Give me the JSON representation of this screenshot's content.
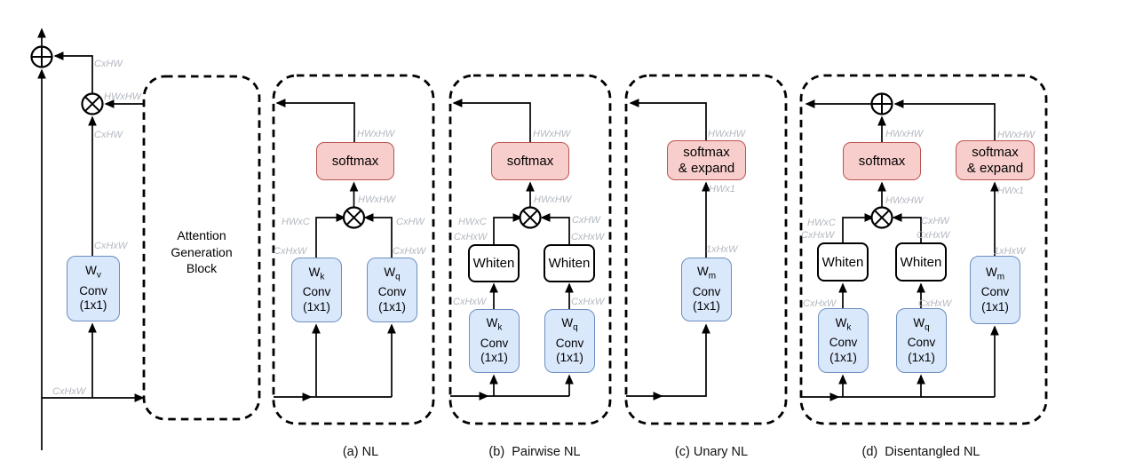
{
  "colors": {
    "conv_fill": "#dae8fc",
    "conv_border": "#6c8ebf",
    "softmax_fill": "#f8cecc",
    "softmax_border": "#b85450",
    "whiten_border": "#000000",
    "line_color": "#000000",
    "dim_label_color": "#b3b8c0"
  },
  "icons": {
    "add": "circle-plus-operator",
    "multiply": "circle-times-operator"
  },
  "left": {
    "wv_box": {
      "symbol": "W",
      "subscript": "v",
      "line2": "Conv",
      "line3": "(1x1)"
    },
    "labels": {
      "plus_in": "CxHW",
      "attention_in": "HWxHW",
      "value": "CxHW",
      "wv_out": "CxHxW",
      "input": "CxHxW"
    }
  },
  "attention_generation_block": {
    "line1": "Attention",
    "line2": "Generation",
    "line3": "Block"
  },
  "block_a": {
    "caption": "(a) NL",
    "softmax": "softmax",
    "wk_box": {
      "symbol": "W",
      "subscript": "k",
      "line2": "Conv",
      "line3": "(1x1)"
    },
    "wq_box": {
      "symbol": "W",
      "subscript": "q",
      "line2": "Conv",
      "line3": "(1x1)"
    },
    "labels": {
      "out": "HWxHW",
      "softmax_in": "HWxHW",
      "key_side": "HWxC",
      "query_side": "CxHW",
      "wk_out": "CxHxW",
      "wq_out": "CxHxW"
    }
  },
  "block_b": {
    "caption": "(b)  Pairwise NL",
    "softmax": "softmax",
    "whiten_k": "Whiten",
    "whiten_q": "Whiten",
    "wk_box": {
      "symbol": "W",
      "subscript": "k",
      "line2": "Conv",
      "line3": "(1x1)"
    },
    "wq_box": {
      "symbol": "W",
      "subscript": "q",
      "line2": "Conv",
      "line3": "(1x1)"
    },
    "labels": {
      "out": "HWxHW",
      "softmax_in": "HWxHW",
      "key_side": "HWxC",
      "query_side": "CxHW",
      "whiten_k_out": "CxHxW",
      "whiten_q_out": "CxHxW",
      "wk_out": "CxHxW",
      "wq_out": "CxHxW"
    }
  },
  "block_c": {
    "caption": "(c) Unary NL",
    "softmax_expand_line1": "softmax",
    "softmax_expand_line2": "& expand",
    "wm_box": {
      "symbol": "W",
      "subscript": "m",
      "line2": "Conv",
      "line3": "(1x1)"
    },
    "labels": {
      "out": "HWxHW",
      "softmax_in": "HWx1",
      "wm_out": "1xHxW"
    }
  },
  "block_d": {
    "caption": "(d)  Disentangled NL",
    "softmax": "softmax",
    "softmax_expand_line1": "softmax",
    "softmax_expand_line2": "& expand",
    "whiten_k": "Whiten",
    "whiten_q": "Whiten",
    "wk_box": {
      "symbol": "W",
      "subscript": "k",
      "line2": "Conv",
      "line3": "(1x1)"
    },
    "wq_box": {
      "symbol": "W",
      "subscript": "q",
      "line2": "Conv",
      "line3": "(1x1)"
    },
    "wm_box": {
      "symbol": "W",
      "subscript": "m",
      "line2": "Conv",
      "line3": "(1x1)"
    },
    "labels": {
      "pairwise_out": "HWxHW",
      "unary_out": "HWxHW",
      "unary_in": "HWx1",
      "softmax_in": "HWxHW",
      "key_side": "HWxC",
      "query_side": "CxHW",
      "whiten_k_out": "CxHxW",
      "whiten_q_out": "CxHxW",
      "wm_out": "1xHxW",
      "wk_out": "CxHxW",
      "wq_out": "CxHxW"
    }
  }
}
